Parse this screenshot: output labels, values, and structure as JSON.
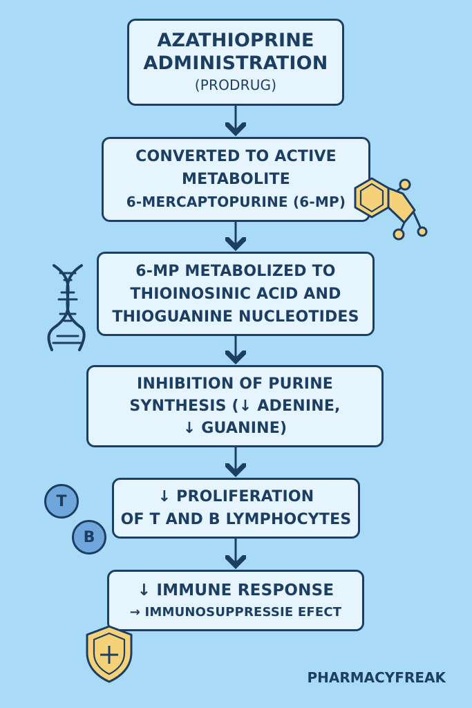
{
  "steps": [
    {
      "lines": [
        "AZATHIOPRINE",
        "ADMINISTRATION",
        "(PRODRUG)"
      ]
    },
    {
      "lines": [
        "CONVERTED TO ACTIVE",
        "METABOLITE",
        "6-MERCAPTOPURINE (6-MP)"
      ]
    },
    {
      "lines": [
        "6-MP METABOLIZED TO",
        "THIOINOSINIC ACID AND",
        "THIOGUANINE NUCLEOTIDES"
      ]
    },
    {
      "lines": [
        "INHIBITION OF PURINE",
        "SYNTHESIS (↓ ADENINE,",
        "↓ GUANINE)"
      ]
    },
    {
      "lines": [
        "↓ PROLIFERATION",
        "OF T AND B LYMPHOCYTES"
      ]
    },
    {
      "lines": [
        "↓ IMMUNE RESPONSE",
        "→ IMMUNOSUPPRESSIE EFECT"
      ]
    }
  ],
  "lymphocytes": {
    "t": "T",
    "b": "B"
  },
  "brand": "PHARMACYFREAK",
  "icons": [
    "molecule-icon",
    "dna-icon",
    "t-cell-icon",
    "b-cell-icon",
    "shield-plus-icon"
  ],
  "colors": {
    "background": "#a9daf6",
    "box_fill": "#e6f5fd",
    "outline": "#1d3e63",
    "accent_yellow": "#f5d27a",
    "cell_blue": "#6fa7dd"
  }
}
